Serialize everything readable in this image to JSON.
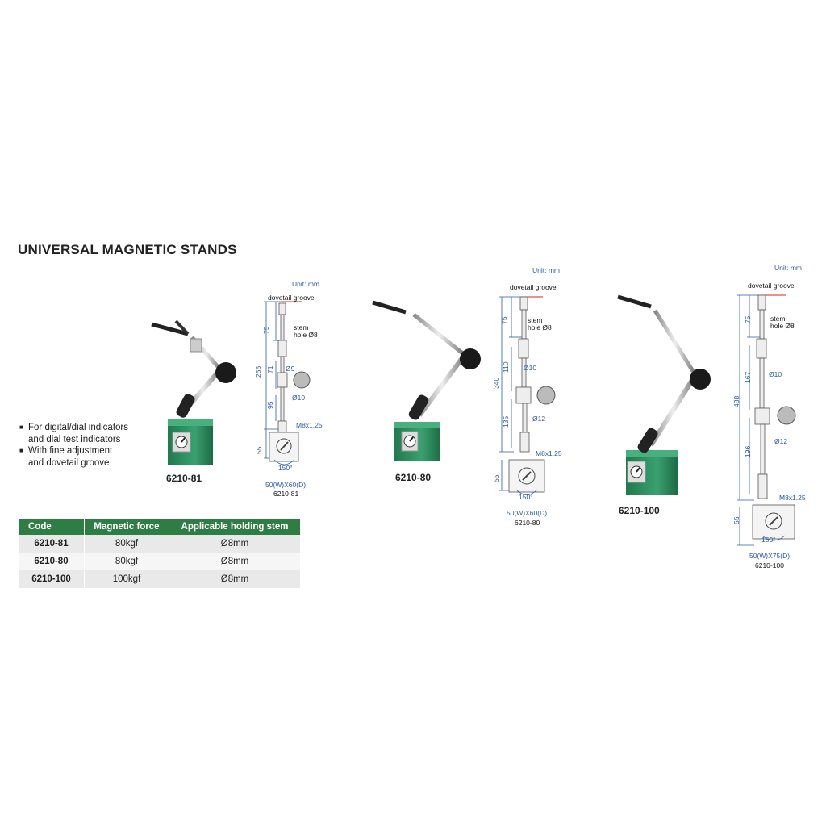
{
  "title": "UNIVERSAL MAGNETIC STANDS",
  "features": [
    "For digital/dial indicators",
    "and dial test indicators",
    "With fine adjustment",
    "and dovetail groove"
  ],
  "models": [
    {
      "code": "6210-81",
      "unit": "Unit: mm",
      "dovetail": "dovetail groove",
      "stem_hole": [
        "stem",
        "hole Ø8"
      ],
      "dims": [
        "75",
        "255",
        "71",
        "95",
        "55"
      ],
      "diameters": [
        "Ø9",
        "Ø10"
      ],
      "thread": "M8x1.25",
      "angle": "150°",
      "base": "50(W)X60(D)"
    },
    {
      "code": "6210-80",
      "unit": "Unit: mm",
      "dovetail": "dovetail groove",
      "stem_hole": [
        "stem",
        "hole Ø8"
      ],
      "dims": [
        "75",
        "340",
        "110",
        "135",
        "55"
      ],
      "diameters": [
        "Ø10",
        "Ø12"
      ],
      "thread": "M8x1.25",
      "angle": "150°",
      "base": "50(W)X60(D)"
    },
    {
      "code": "6210-100",
      "unit": "Unit: mm",
      "dovetail": "dovetail groove",
      "stem_hole": [
        "stem",
        "hole Ø8"
      ],
      "dims": [
        "75",
        "488",
        "167",
        "196",
        "55"
      ],
      "diameters": [
        "Ø10",
        "Ø12"
      ],
      "thread": "M8x1.25",
      "angle": "150°",
      "base": "50(W)X75(D)"
    }
  ],
  "table": {
    "headers": [
      "Code",
      "Magnetic force",
      "Applicable holding stem"
    ],
    "rows": [
      [
        "6210-81",
        "80kgf",
        "Ø8mm"
      ],
      [
        "6210-80",
        "80kgf",
        "Ø8mm"
      ],
      [
        "6210-100",
        "100kgf",
        "Ø8mm"
      ]
    ]
  },
  "colors": {
    "header_green": "#2e7d44",
    "dim_blue": "#2a5aa8",
    "base_green": "#2f8f5e"
  }
}
